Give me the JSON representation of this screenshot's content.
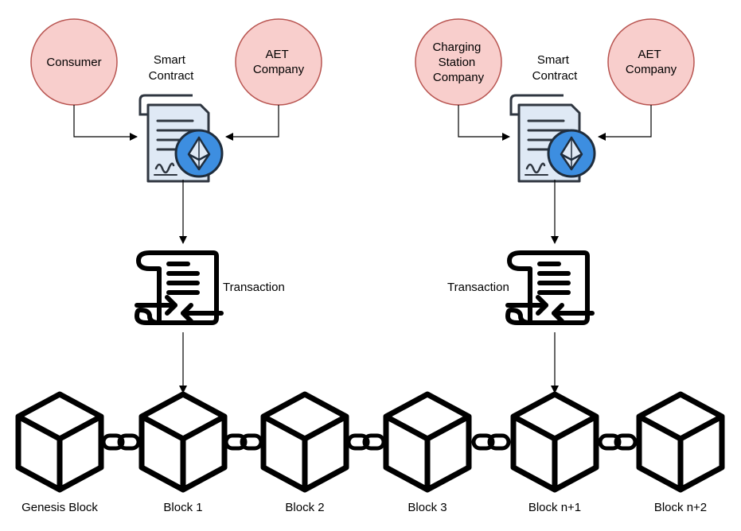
{
  "colors": {
    "party_fill": "#f8cecc",
    "party_stroke": "#b85450",
    "doc_fill": "#dfe9f5",
    "eth_badge": "#3d8ee0",
    "ink": "#000000"
  },
  "groups": [
    {
      "left_party": [
        "Consumer"
      ],
      "right_party": [
        "AET",
        "Company"
      ],
      "contract_label": [
        "Smart",
        "Contract"
      ],
      "transaction_label": "Transaction"
    },
    {
      "left_party": [
        "Charging",
        "Station",
        "Company"
      ],
      "right_party": [
        "AET",
        "Company"
      ],
      "contract_label": [
        "Smart",
        "Contract"
      ],
      "transaction_label": "Transaction"
    }
  ],
  "blocks": [
    "Genesis Block",
    "Block 1",
    "Block 2",
    "Block 3",
    "Block n+1",
    "Block n+2"
  ],
  "icons": {
    "contract": "smart-contract-document-icon",
    "ethereum": "ethereum-icon",
    "transaction": "transaction-scroll-icon",
    "block": "cube-icon",
    "link": "chain-link-icon"
  }
}
